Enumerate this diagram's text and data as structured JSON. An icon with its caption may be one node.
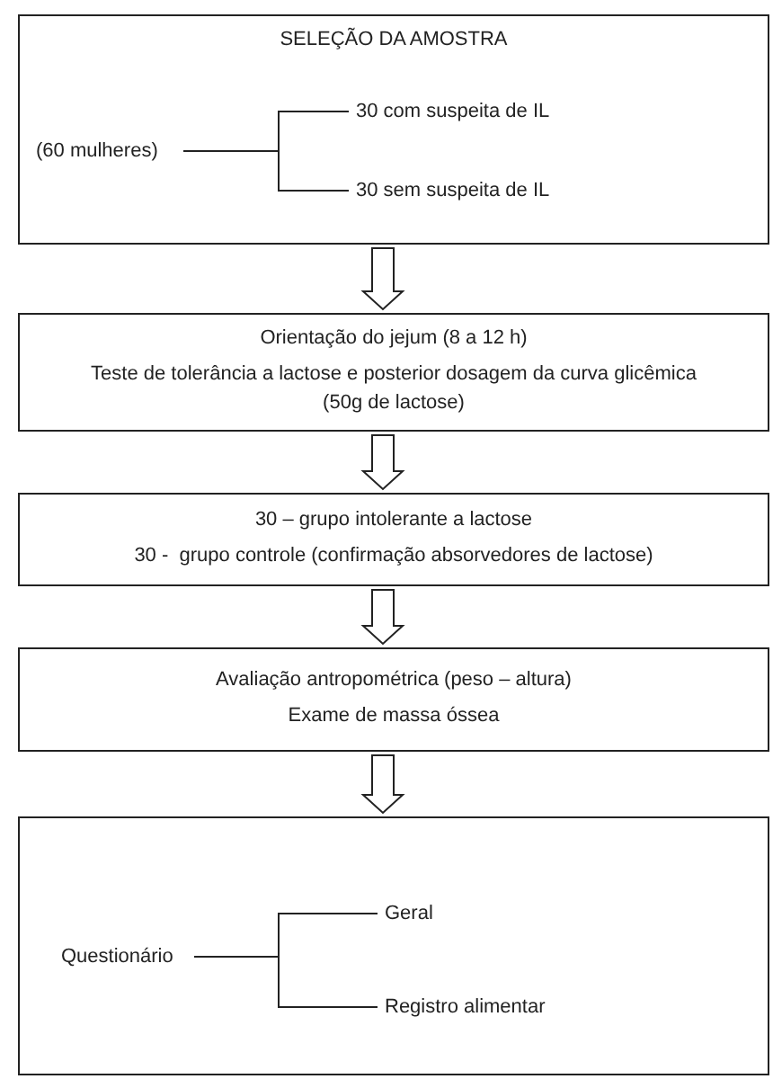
{
  "diagram": {
    "nodes": [
      {
        "text": [
          "SELEÇÃO DA AMOSTRA"
        ]
      },
      {
        "text": [
          "(60 mulheres)"
        ],
        "in": 0
      },
      {
        "text": [
          "30 com suspeita de IL"
        ],
        "in": 0
      },
      {
        "text": [
          "30 sem suspeita de IL"
        ],
        "in": 0
      },
      {
        "text": [
          "Orientação do jejum (8 a 12 h)",
          "Teste de tolerância a lactose e posterior dosagem da curva glicêmica (50g de lactose)"
        ]
      },
      {
        "text": [
          "30 – grupo intolerante a lactose",
          "30 -  grupo controle (confirmação absorvedores de lactose)"
        ]
      },
      {
        "text": [
          "Avaliação antropométrica (peso – altura)",
          "Exame de massa óssea"
        ]
      },
      {
        "text": [],
        "shape": "box"
      },
      {
        "text": [
          "Questionário"
        ],
        "in": 7
      },
      {
        "text": [
          "Geral"
        ],
        "in": 7
      },
      {
        "text": [
          "Registro alimentar"
        ],
        "in": 7
      }
    ],
    "edges": [
      {
        "from": 1,
        "to": 2,
        "arrow": "none"
      },
      {
        "from": 1,
        "to": 3,
        "arrow": "none"
      },
      {
        "from": 0,
        "to": 4,
        "arrow": "to"
      },
      {
        "from": 4,
        "to": 5,
        "arrow": "to"
      },
      {
        "from": 5,
        "to": 6,
        "arrow": "to"
      },
      {
        "from": 6,
        "to": 7,
        "arrow": "to"
      },
      {
        "from": 8,
        "to": 9,
        "arrow": "none"
      },
      {
        "from": 8,
        "to": 10,
        "arrow": "none"
      }
    ]
  }
}
